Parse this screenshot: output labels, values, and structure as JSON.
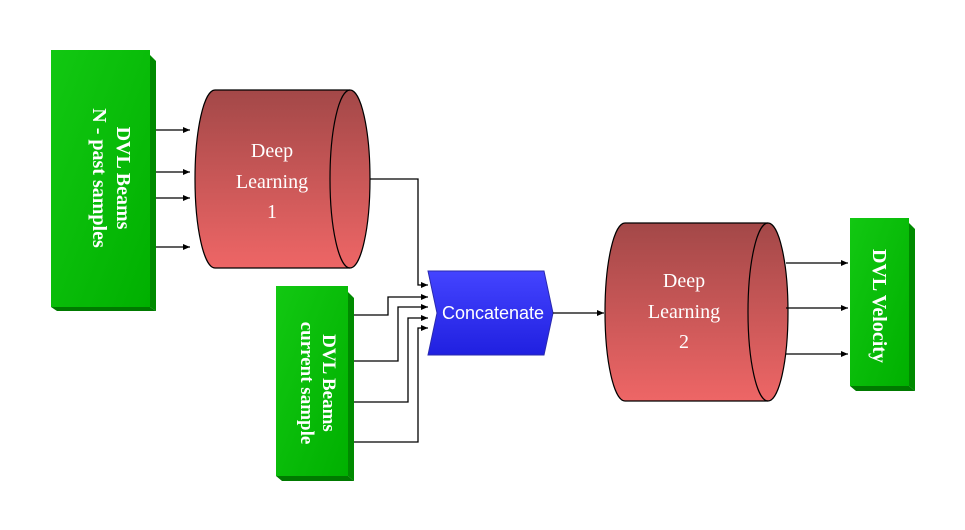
{
  "nodes": {
    "past_samples": {
      "line1": "DVL Beams",
      "line2": "N - past samples"
    },
    "current_sample": {
      "line1": "DVL Beams",
      "line2": "current sample"
    },
    "deep_learning_1": {
      "line1": "Deep",
      "line2": "Learning",
      "line3": "1"
    },
    "concatenate": {
      "label": "Concatenate"
    },
    "deep_learning_2": {
      "line1": "Deep",
      "line2": "Learning",
      "line3": "2"
    },
    "velocity": {
      "label": "DVL Velocity"
    }
  },
  "colors": {
    "green_face": "#00c000",
    "green_side": "#008a00",
    "cylinder_top": "#a34848",
    "cylinder_bottom": "#ee6666",
    "concat_blue": "#3030f0"
  }
}
